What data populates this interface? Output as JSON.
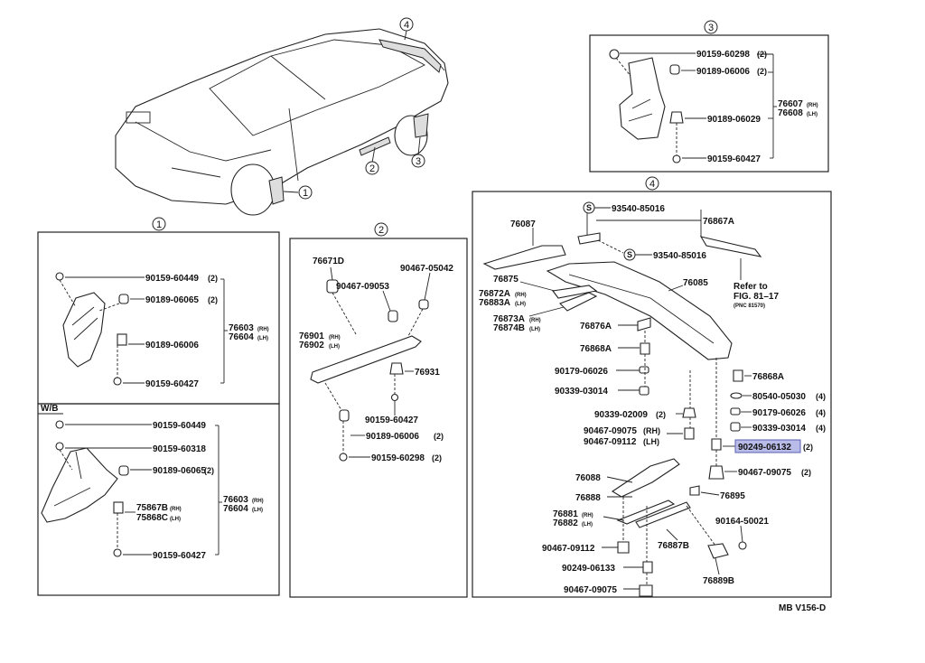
{
  "callouts": {
    "c1": "1",
    "c2": "2",
    "c3": "3",
    "c4": "4"
  },
  "panel1": {
    "title": "1",
    "parts": [
      {
        "no": "90159-60449",
        "qty": "(2)"
      },
      {
        "no": "90189-06065",
        "qty": "(2)"
      },
      {
        "no": "90189-06006",
        "qty": ""
      },
      {
        "no": "90159-60427",
        "qty": ""
      }
    ],
    "assy_rh": "76603",
    "assy_rh_sub": "(RH)",
    "assy_lh": "76604",
    "assy_lh_sub": "(LH)"
  },
  "panel1_wb": {
    "heading": "W/B",
    "parts": [
      {
        "no": "90159-60449",
        "qty": ""
      },
      {
        "no": "90159-60318",
        "qty": ""
      },
      {
        "no": "90189-06065",
        "qty": "(2)"
      },
      {
        "no": "75867B",
        "sub": "(RH)"
      },
      {
        "no": "75868C",
        "sub": "(LH)"
      },
      {
        "no": "90159-60427",
        "qty": ""
      }
    ],
    "assy_rh": "76603",
    "assy_rh_sub": "(RH)",
    "assy_lh": "76604",
    "assy_lh_sub": "(LH)"
  },
  "panel2": {
    "title": "2",
    "parts": [
      {
        "no": "76671D",
        "qty": ""
      },
      {
        "no": "90467-05042",
        "qty": ""
      },
      {
        "no": "90467-09053",
        "qty": ""
      },
      {
        "no": "76901",
        "sub": "(RH)"
      },
      {
        "no": "76902",
        "sub": "(LH)"
      },
      {
        "no": "76931",
        "qty": ""
      },
      {
        "no": "90159-60427",
        "qty": ""
      },
      {
        "no": "90189-06006",
        "qty": "(2)"
      },
      {
        "no": "90159-60298",
        "qty": "(2)"
      }
    ]
  },
  "panel3": {
    "title": "3",
    "parts": [
      {
        "no": "90159-60298",
        "qty": "(2)"
      },
      {
        "no": "90189-06006",
        "qty": "(2)"
      },
      {
        "no": "90189-06029",
        "qty": ""
      },
      {
        "no": "90159-60427",
        "qty": ""
      }
    ],
    "assy_rh": "76607",
    "assy_rh_sub": "(RH)",
    "assy_lh": "76608",
    "assy_lh_sub": "(LH)"
  },
  "panel4": {
    "title": "4",
    "s_mark": "S",
    "parts": {
      "p93540a": "93540-85016",
      "p76867a": "76867A",
      "p93540b": "93540-85016",
      "p76087": "76087",
      "refer1": "Refer to",
      "refer2": "FIG. 81–17",
      "refer3": "(PNC 81570)",
      "p76875": "76875",
      "p76085": "76085",
      "p76872a": "76872A",
      "p76872a_sub": "(RH)",
      "p76883a": "76883A",
      "p76883a_sub": "(LH)",
      "p76873a": "76873A",
      "p76873a_sub": "(RH)",
      "p76874b": "76874B",
      "p76874b_sub": "(LH)",
      "p76876a": "76876A",
      "p76868a_l": "76868A",
      "p90179_l": "90179-06026",
      "p90339_l": "90339-03014",
      "p90339_02009": "90339-02009",
      "p90339_02009_qty": "(2)",
      "p90467_09075_rh": "90467-09075",
      "rh": "(RH)",
      "p90467_09112_lh": "90467-09112",
      "lh": "(LH)",
      "p76868a_r": "76868A",
      "p80540": "80540-05030",
      "p80540_qty": "(4)",
      "p90179_r": "90179-06026",
      "p90179_r_qty": "(4)",
      "p90339_r": "90339-03014",
      "p90339_r_qty": "(4)",
      "highlighted": "90249-06132",
      "highlighted_qty": "(2)",
      "p90467_09075_r": "90467-09075",
      "p90467_09075_r_qty": "(2)",
      "p76088": "76088",
      "p76888": "76888",
      "p76895": "76895",
      "p76881": "76881",
      "p76881_sub": "(RH)",
      "p76882": "76882",
      "p76882_sub": "(LH)",
      "p90164": "90164-50021",
      "p90467_09112": "90467-09112",
      "p76887b": "76887B",
      "p90249_06133": "90249-06133",
      "p76889b": "76889B",
      "p90467_09075_b": "90467-09075"
    }
  },
  "footer": {
    "code": "MB V156-D"
  },
  "colors": {
    "highlight": "#b9bbe8",
    "line": "#222222"
  }
}
